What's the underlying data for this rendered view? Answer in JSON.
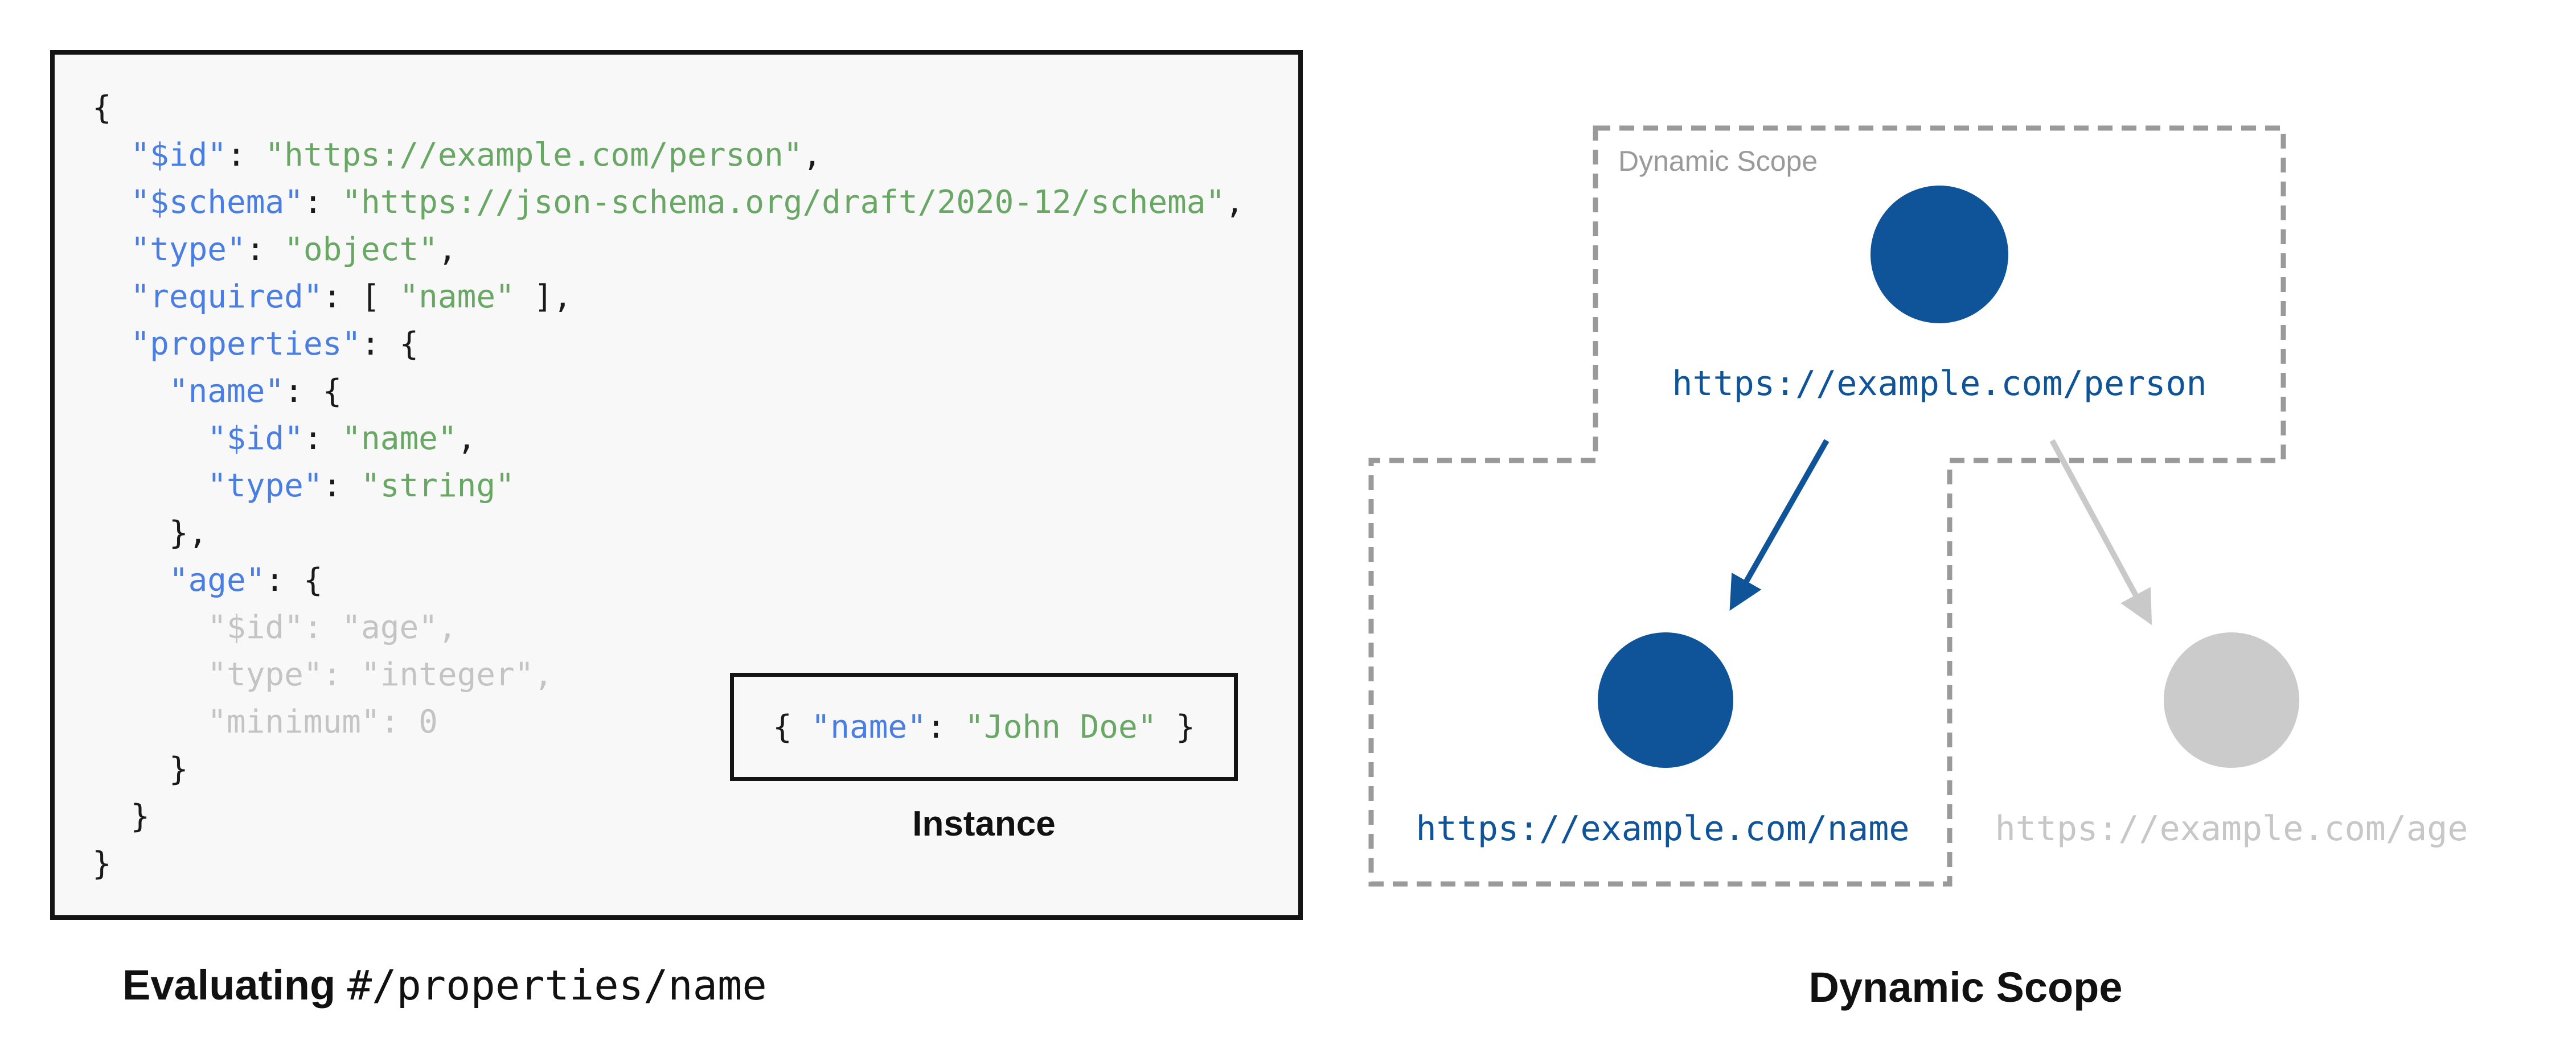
{
  "schema_panel": {
    "code_lines": [
      [
        [
          "p",
          "{"
        ]
      ],
      [
        [
          "p",
          "  "
        ],
        [
          "k",
          "\"$id\""
        ],
        [
          "p",
          ": "
        ],
        [
          "s",
          "\"https://example.com/person\""
        ],
        [
          "p",
          ","
        ]
      ],
      [
        [
          "p",
          "  "
        ],
        [
          "k",
          "\"$schema\""
        ],
        [
          "p",
          ": "
        ],
        [
          "s",
          "\"https://json-schema.org/draft/2020-12/schema\""
        ],
        [
          "p",
          ","
        ]
      ],
      [
        [
          "p",
          "  "
        ],
        [
          "k",
          "\"type\""
        ],
        [
          "p",
          ": "
        ],
        [
          "s",
          "\"object\""
        ],
        [
          "p",
          ","
        ]
      ],
      [
        [
          "p",
          "  "
        ],
        [
          "k",
          "\"required\""
        ],
        [
          "p",
          ": [ "
        ],
        [
          "s",
          "\"name\""
        ],
        [
          "p",
          " ],"
        ]
      ],
      [
        [
          "p",
          "  "
        ],
        [
          "k",
          "\"properties\""
        ],
        [
          "p",
          ": {"
        ]
      ],
      [
        [
          "p",
          "    "
        ],
        [
          "k",
          "\"name\""
        ],
        [
          "p",
          ": {"
        ]
      ],
      [
        [
          "p",
          "      "
        ],
        [
          "k",
          "\"$id\""
        ],
        [
          "p",
          ": "
        ],
        [
          "s",
          "\"name\""
        ],
        [
          "p",
          ","
        ]
      ],
      [
        [
          "p",
          "      "
        ],
        [
          "k",
          "\"type\""
        ],
        [
          "p",
          ": "
        ],
        [
          "s",
          "\"string\""
        ]
      ],
      [
        [
          "p",
          "    },"
        ]
      ],
      [
        [
          "p",
          "    "
        ],
        [
          "k",
          "\"age\""
        ],
        [
          "p",
          ": {"
        ]
      ],
      [
        [
          "g",
          "      \"$id\": \"age\","
        ]
      ],
      [
        [
          "g",
          "      \"type\": \"integer\","
        ]
      ],
      [
        [
          "g",
          "      \"minimum\": 0"
        ]
      ],
      [
        [
          "p",
          "    }"
        ]
      ],
      [
        [
          "p",
          "  }"
        ]
      ],
      [
        [
          "p",
          "}"
        ]
      ]
    ]
  },
  "instance": {
    "tokens": [
      [
        [
          "p",
          "{ "
        ],
        [
          "k",
          "\"name\""
        ],
        [
          "p",
          ": "
        ],
        [
          "s",
          "\"John Doe\""
        ],
        [
          "p",
          " }"
        ]
      ]
    ],
    "label": "Instance"
  },
  "captions": {
    "left_bold": "Evaluating ",
    "left_mono": "#/properties/name",
    "right_bold": "Dynamic Scope"
  },
  "diagram": {
    "scope_label": "Dynamic Scope",
    "nodes": [
      {
        "id": "person",
        "url": "https://example.com/person",
        "state": "active"
      },
      {
        "id": "name",
        "url": "https://example.com/name",
        "state": "active"
      },
      {
        "id": "age",
        "url": "https://example.com/age",
        "state": "inactive"
      }
    ],
    "arrows": [
      {
        "from": "person",
        "to": "name",
        "state": "active"
      },
      {
        "from": "person",
        "to": "age",
        "state": "inactive"
      }
    ]
  },
  "colors": {
    "node_blue": "#0f5499",
    "inactive_gray": "#cbcbcb",
    "arrow_gray": "#c9c9c9",
    "dash_gray": "#9a9a9a",
    "code_key_blue": "#4a7ee2",
    "code_string_green": "#68a764",
    "code_muted_gray": "#c4c4c4",
    "panel_bg": "#f8f8f8"
  }
}
